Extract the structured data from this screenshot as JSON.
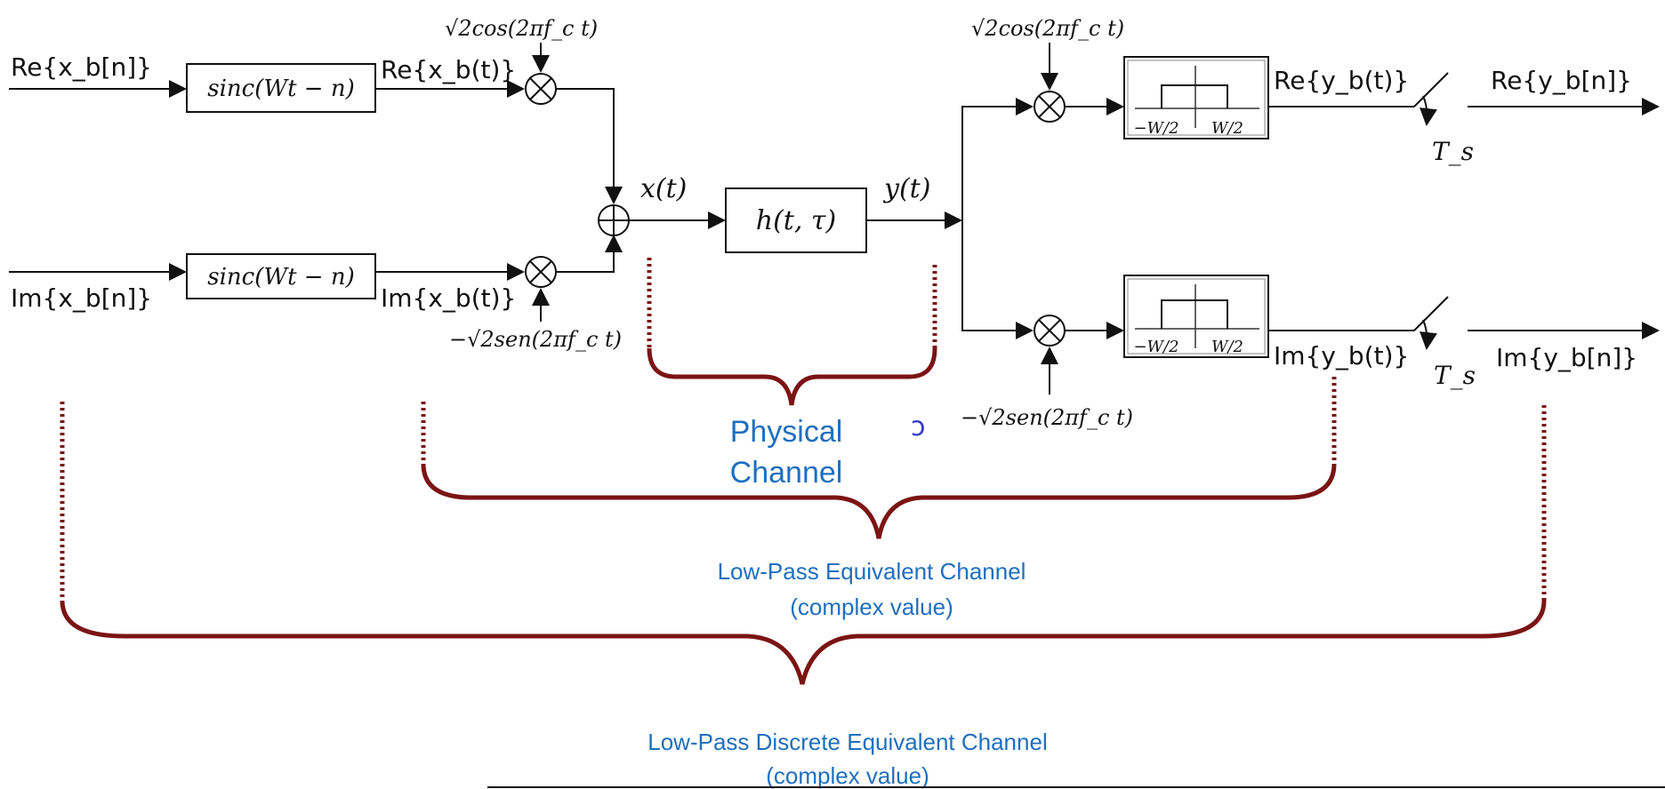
{
  "inputs": {
    "re_xb_n": "Re{x_b[n]}",
    "im_xb_n": "Im{x_b[n]}"
  },
  "pulse_shaping": {
    "top_block": "sinc(Wt − n)",
    "bottom_block": "sinc(Wt − n)",
    "re_xb_t": "Re{x_b(t)}",
    "im_xb_t": "Im{x_b(t)}"
  },
  "modulators": {
    "tx_cos": "√2cos(2πf_c t)",
    "tx_sin": "−√2sen(2πf_c t)",
    "rx_cos": "√2cos(2πf_c t)",
    "rx_sin": "−√2sen(2πf_c t)"
  },
  "channel": {
    "x_t": "x(t)",
    "h": "h(t, τ)",
    "y_t": "y(t)"
  },
  "filters": {
    "neg_w": "−W/2",
    "pos_w": "W/2"
  },
  "outputs": {
    "re_yb_t": "Re{y_b(t)}",
    "im_yb_t": "Im{y_b(t)}",
    "ts_top": "T_s",
    "ts_bottom": "T_s",
    "re_yb_n": "Re{y_b[n]}",
    "im_yb_n": "Im{y_b[n]}"
  },
  "braces": {
    "physical_line1": "Physical",
    "physical_line2": "Channel",
    "stray_mark": "ↄ",
    "lowpass_line1": "Low-Pass Equivalent Channel",
    "lowpass_line2": "(complex value)",
    "discrete_line1": "Low-Pass Discrete Equivalent Channel",
    "discrete_line2": "(complex value)"
  }
}
